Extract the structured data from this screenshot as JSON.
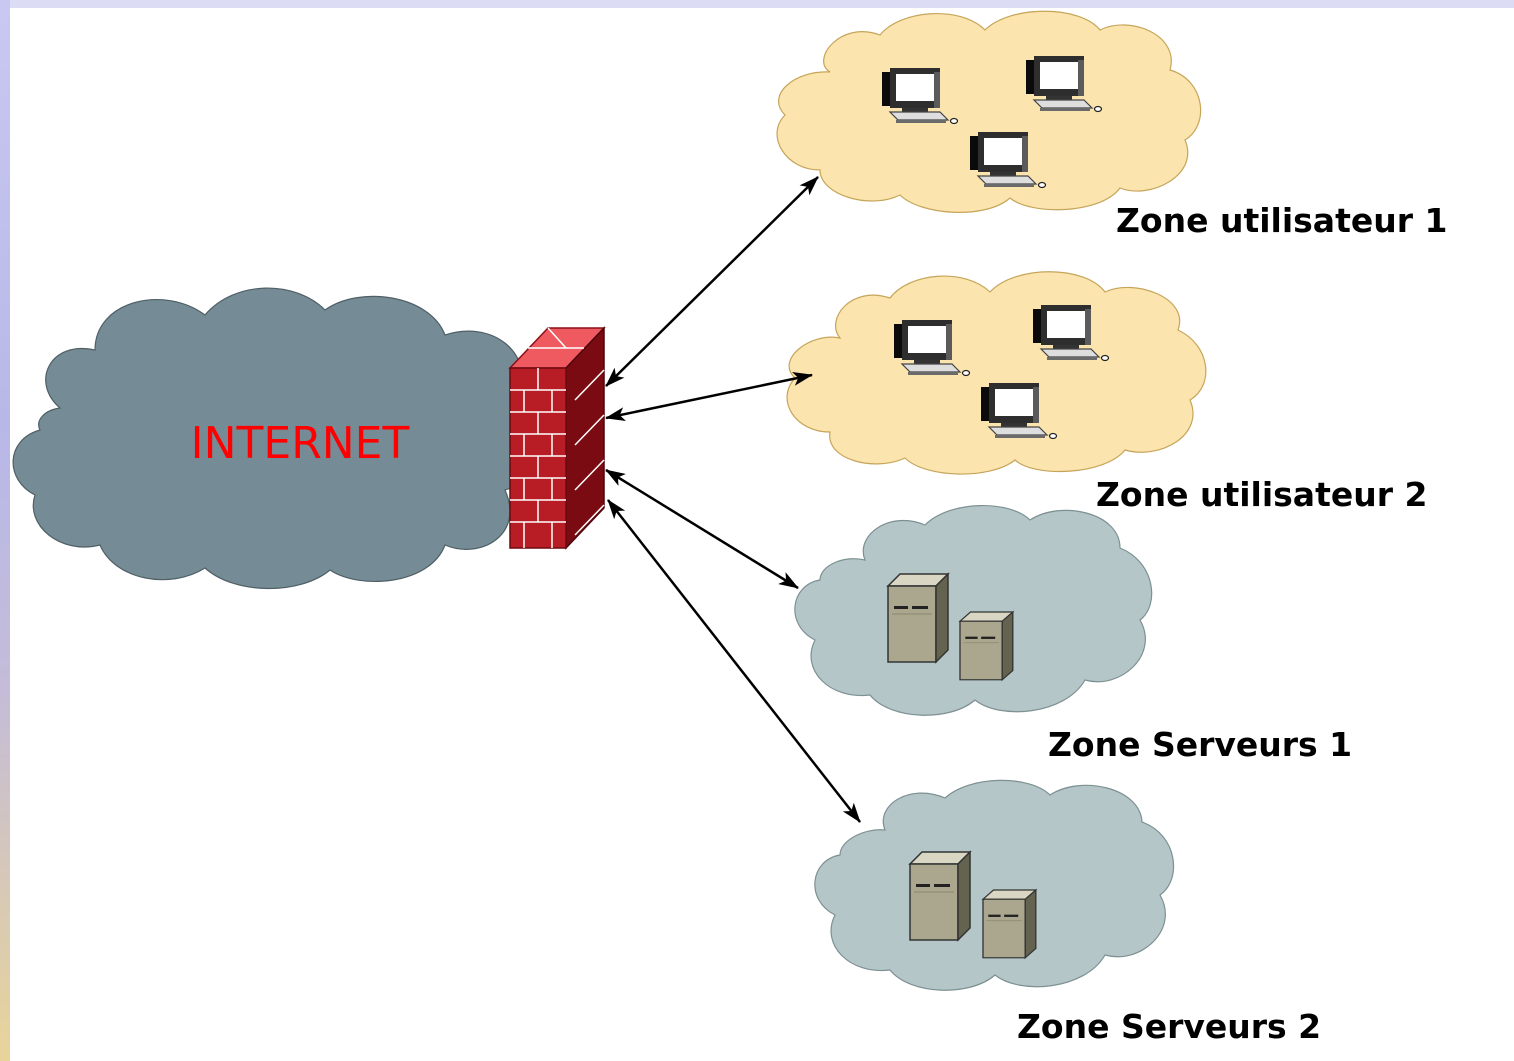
{
  "internet": {
    "label": "INTERNET",
    "label_color": "#ff0000",
    "cloud_color": "#758b95"
  },
  "firewall": {
    "icon": "brick-firewall-icon",
    "brick_color": "#b81c24",
    "mortar_color": "#ffffff"
  },
  "zones": [
    {
      "label": "Zone utilisateur 1",
      "cloud_color": "#fbe4ad",
      "icon": "workstation-icon",
      "device_count": 3
    },
    {
      "label": "Zone utilisateur 2",
      "cloud_color": "#fbe4ad",
      "icon": "workstation-icon",
      "device_count": 3
    },
    {
      "label": "Zone Serveurs 1",
      "cloud_color": "#b4c6c8",
      "icon": "server-tower-icon",
      "device_count": 2
    },
    {
      "label": "Zone Serveurs 2",
      "cloud_color": "#b4c6c8",
      "icon": "server-tower-icon",
      "device_count": 2
    }
  ],
  "connections": [
    {
      "from": "firewall",
      "to": "Zone utilisateur 1",
      "direction": "bidirectional"
    },
    {
      "from": "firewall",
      "to": "Zone utilisateur 2",
      "direction": "bidirectional"
    },
    {
      "from": "firewall",
      "to": "Zone Serveurs 1",
      "direction": "bidirectional"
    },
    {
      "from": "firewall",
      "to": "Zone Serveurs 2",
      "direction": "bidirectional"
    }
  ]
}
